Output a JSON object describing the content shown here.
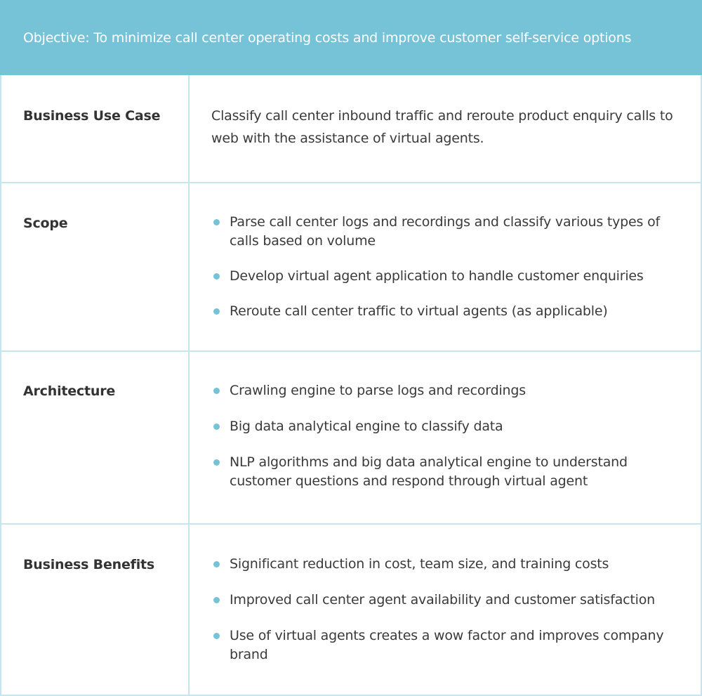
{
  "header": {
    "objective": "Objective: To minimize call center operating costs and improve customer self-service options"
  },
  "rows": [
    {
      "label": "Business Use Case",
      "text": "Classify call center inbound traffic and reroute product enquiry calls to web with the assistance of virtual agents."
    },
    {
      "label": "Scope",
      "bullets": [
        "Parse call center logs and recordings and classify various types of calls based on volume",
        "Develop virtual agent application to handle customer enquiries",
        "Reroute call center traffic to virtual agents (as applicable)"
      ]
    },
    {
      "label": "Architecture",
      "bullets": [
        "Crawling engine to parse logs and recordings",
        "Big data analytical engine to classify data",
        "NLP algorithms and big data analytical engine to understand customer questions and respond through virtual agent"
      ]
    },
    {
      "label": "Business Benefits",
      "bullets": [
        "Significant reduction in cost, team size, and training costs",
        "Improved call center agent availability and customer satisfaction",
        "Use of virtual agents creates a wow factor and improves company brand"
      ]
    }
  ],
  "colors": {
    "header_bg": "#76c3d7",
    "border": "#c5e6ee",
    "bullet": "#76c3d7"
  }
}
